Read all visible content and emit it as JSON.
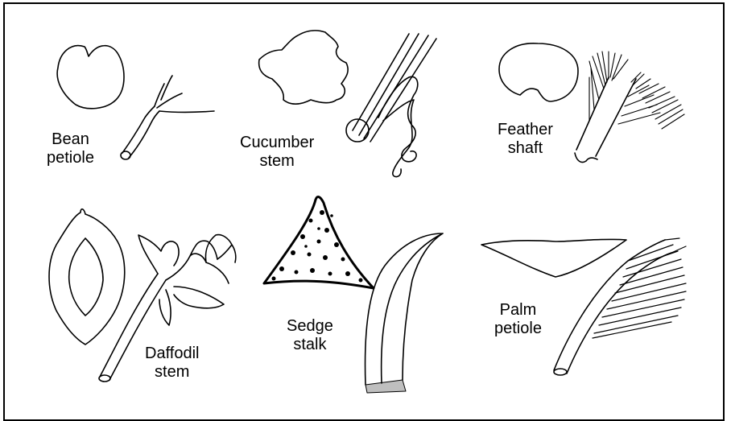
{
  "specimens": [
    {
      "id": "bean",
      "line1": "Bean",
      "line2": "petiole"
    },
    {
      "id": "cucumber",
      "line1": "Cucumber",
      "line2": "stem"
    },
    {
      "id": "feather",
      "line1": "Feather",
      "line2": "shaft"
    },
    {
      "id": "daffodil",
      "line1": "Daffodil",
      "line2": "stem"
    },
    {
      "id": "sedge",
      "line1": "Sedge",
      "line2": "stalk"
    },
    {
      "id": "palm",
      "line1": "Palm",
      "line2": "petiole"
    }
  ],
  "colors": {
    "ink": "#000000",
    "paper": "#ffffff"
  }
}
